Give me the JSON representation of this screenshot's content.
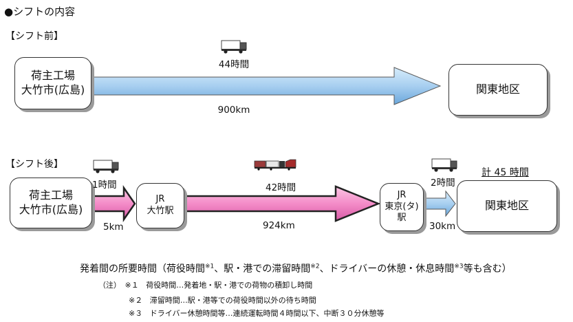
{
  "title": "●シフトの内容",
  "before": {
    "label": "【シフト前】",
    "origin": [
      "荷主工場",
      "大竹市(広島)"
    ],
    "destination": "関東地区",
    "time": "44時間",
    "distance": "900km"
  },
  "after": {
    "label": "【シフト後】",
    "origin": [
      "荷主工場",
      "大竹市(広島)"
    ],
    "station1": [
      "JR",
      "大竹駅"
    ],
    "station2": [
      "JR",
      "東京(タ)",
      "駅"
    ],
    "destination": "関東地区",
    "total": "計 45 時間",
    "leg1": {
      "time": "1時間",
      "distance": "5km"
    },
    "leg2": {
      "time": "42時間",
      "distance": "924km"
    },
    "leg3": {
      "time": "2時間",
      "distance": "30km"
    }
  },
  "summary": {
    "part1": "発着間の所要時間（荷役時間",
    "sup1": "※1",
    "part2": "、駅・港での滞留時間",
    "sup2": "※2",
    "part3": "、ドライバーの休憩・休息時間",
    "sup3": "※3",
    "part4": "等も含む）"
  },
  "notes": [
    {
      "mark": "（注）　※１",
      "text": "荷役時間…発着地・駅・港での荷物の積卸し時間"
    },
    {
      "mark": "※２",
      "text": "滞留時間…駅・港等での荷役時間以外の待ち時間"
    },
    {
      "mark": "※３",
      "text": "ドライバー休憩時間等…連続運転時間４時間以下、中断３０分休憩等"
    }
  ],
  "colors": {
    "truck_arrow": "#a8cff0",
    "rail_arrow": "#f48cc8",
    "arrow_edge": "#222222"
  },
  "icons": [
    "truck-icon",
    "freight-train-icon"
  ]
}
